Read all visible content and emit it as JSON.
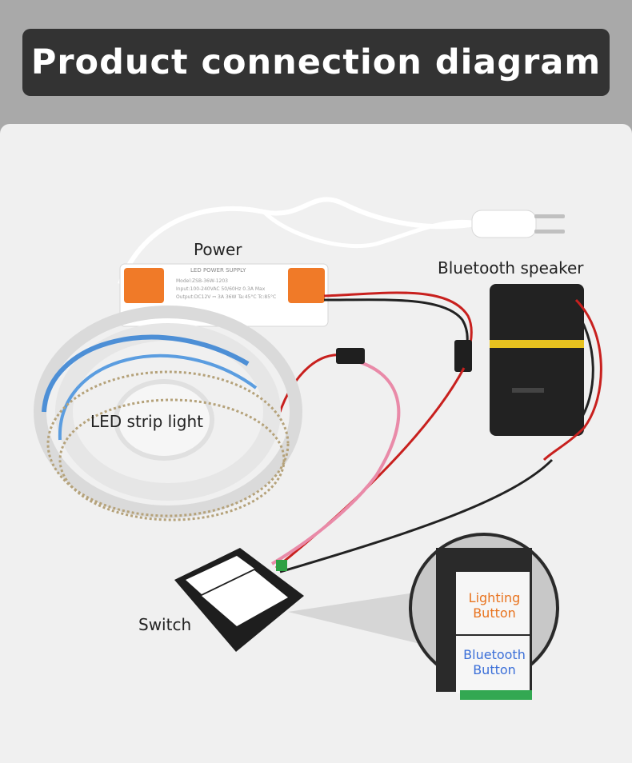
{
  "title": "Product connection diagram",
  "labels": {
    "power": "Power",
    "bluetooth_speaker": "Bluetooth speaker",
    "led_strip": "LED strip light",
    "switch": "Switch"
  },
  "zoom_buttons": {
    "lighting_line1": "Lighting",
    "lighting_line2": "Button",
    "bluetooth_line1": "Bluetooth",
    "bluetooth_line2": "Button"
  },
  "power_supply_print": {
    "heading": "LED POWER SUPPLY",
    "model": "Model:ZSB-36W-1203",
    "input": "Input:100-240VAC 50/60Hz 0.3A Max",
    "output": "Output:DC12V ⎓ 3A 36W  Ta:45°C  Tc:85°C"
  },
  "colors": {
    "title_bg": "#333333",
    "page_bg": "#a9a9a9",
    "panel_bg": "#f0f0f0",
    "lighting_text": "#e8731e",
    "bluetooth_text": "#3b6fd8",
    "psu_cap": "#f07a28",
    "wire_red": "#c8201e",
    "strip_blue": "#4d8fd6"
  }
}
